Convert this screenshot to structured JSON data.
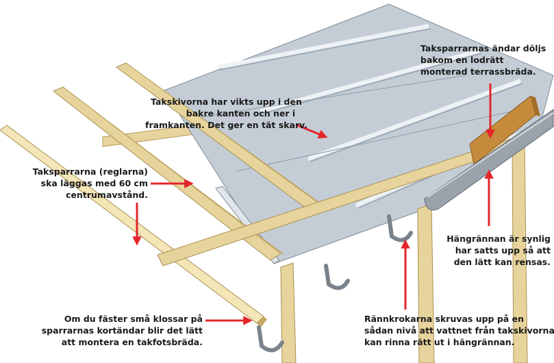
{
  "callouts": {
    "takskivor": [
      "Takskivorna har vikts upp i den",
      "bakre kanten och ner i",
      "framkanten. Det ger en tät skarv."
    ],
    "taksparrar_andar": [
      "Taksparrarnas ändar döljs",
      "bakom en lodrätt",
      "monterad terrassbräda."
    ],
    "taksparrar_avstand": [
      "Taksparrarna (reglarna)",
      "ska läggas med 60 cm",
      "centrumavstånd."
    ],
    "hangrannan": [
      "Hängrännan är synlig",
      "har satts upp så att",
      "den lätt kan rensas."
    ],
    "klossar": [
      "Om du fäster små klossar på",
      "sparrarnas kortändar blir det lätt",
      "att montera en takfotsbräda."
    ],
    "rannkrokar": [
      "Rännkrokarna skruvas upp på en",
      "sådan nivå att vattnet från takskivorna",
      "kan rinna rätt ut i hängrännan."
    ]
  },
  "colors": {
    "sheet": "#c4cdd6",
    "sheet_light": "#dfe5ea",
    "sheet_dark": "#98a4b0",
    "wood": "#e7d49c",
    "wood_light": "#f4e6b7",
    "wood_dark": "#c2aa68",
    "board": "#c58a3c",
    "gutter": "#9aa2ab",
    "arrow": "#e3262a"
  }
}
